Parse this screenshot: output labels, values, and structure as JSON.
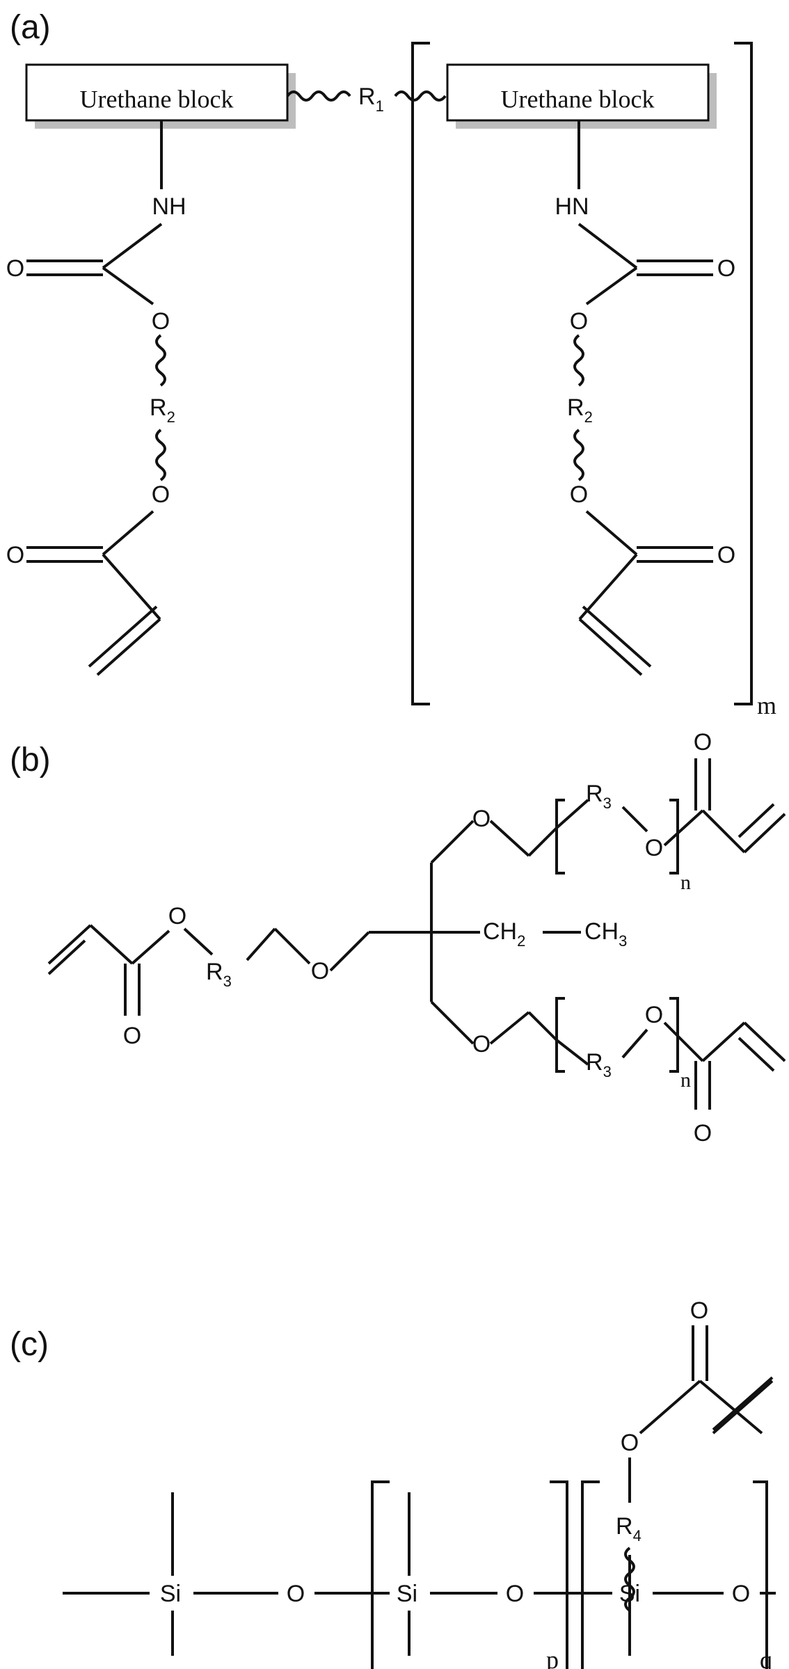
{
  "panels": {
    "a": {
      "label": "(a)",
      "urethane_left": "Urethane block",
      "urethane_right": "Urethane block",
      "r1": "R",
      "r1_sub": "1",
      "nh": "NH",
      "hn": "HN",
      "o": "O",
      "r2": "R",
      "r2_sub": "2",
      "repeat": "m"
    },
    "b": {
      "label": "(b)",
      "o": "O",
      "r3": "R",
      "r3_sub": "3",
      "ch2": "CH",
      "ch2_sub": "2",
      "ch3": "CH",
      "ch3_sub": "3",
      "repeat": "n"
    },
    "c": {
      "label": "(c)",
      "o": "O",
      "si": "Si",
      "r4": "R",
      "r4_sub": "4",
      "repeat_p": "p",
      "repeat_q": "q"
    }
  },
  "colors": {
    "ink": "#111111",
    "shadow": "#bdbdbd",
    "background": "#ffffff"
  }
}
